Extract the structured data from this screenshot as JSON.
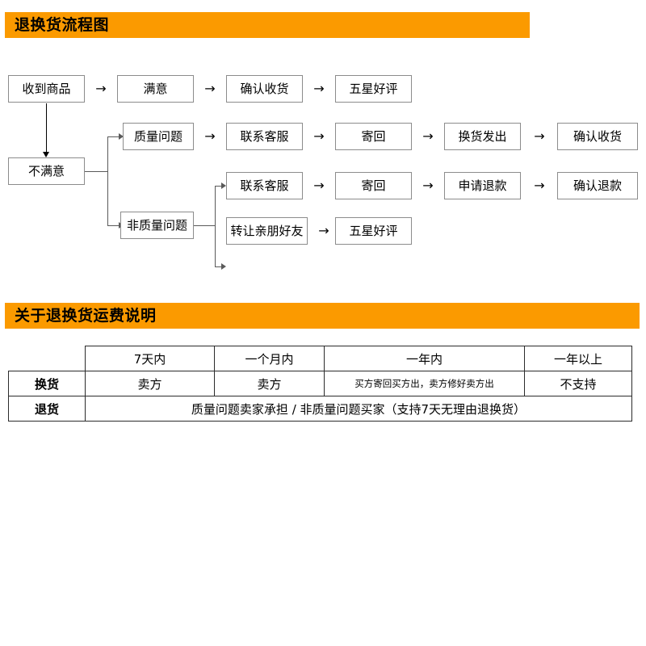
{
  "sections": {
    "flow": {
      "title": "退换货流程图"
    },
    "fee": {
      "title": "关于退换货运费说明"
    }
  },
  "arrow_glyph": "→",
  "flowchart": {
    "nodes": {
      "received": "收到商品",
      "satisfied": "满意",
      "confirm_receipt": "确认收货",
      "five_star_1": "五星好评",
      "unsatisfied": "不满意",
      "quality_issue": "质量问题",
      "contact_cs_1": "联系客服",
      "send_back_1": "寄回",
      "exchange_sent": "换货发出",
      "confirm_receipt2": "确认收货",
      "non_quality": "非质量问题",
      "contact_cs_2": "联系客服",
      "send_back_2": "寄回",
      "apply_refund": "申请退款",
      "confirm_refund": "确认退款",
      "transfer_friend": "转让亲朋好友",
      "five_star_2": "五星好评"
    }
  },
  "fee_table": {
    "columns": [
      "",
      "7天内",
      "一个月内",
      "一年内",
      "一年以上"
    ],
    "rows": [
      {
        "label": "换货",
        "cells": [
          "卖方",
          "卖方",
          "买方寄回买方出，卖方修好卖方出",
          "不支持"
        ]
      },
      {
        "label": "退货",
        "merged": "质量问题卖家承担    /    非质量问题买家（支持7天无理由退换货）"
      }
    ]
  }
}
